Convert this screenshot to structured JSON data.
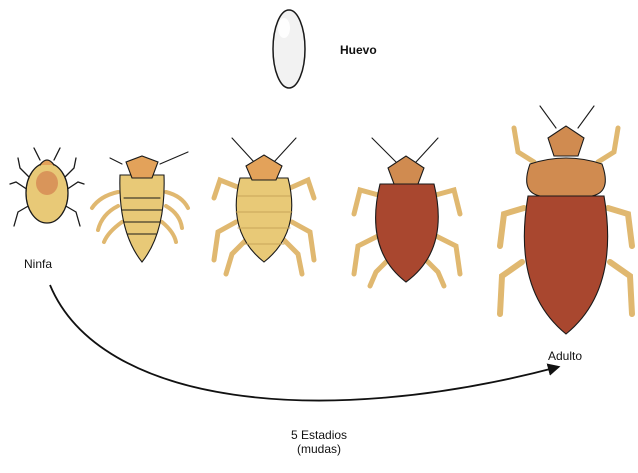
{
  "labels": {
    "egg": "Huevo",
    "nymph": "Ninfa",
    "adult": "Adulto",
    "stages_line1": "5 Estadios",
    "stages_line2": "(mudas)"
  },
  "colors": {
    "outline": "#1a1a1a",
    "egg_fill": "#f2f2f2",
    "pale_body": "#e8c977",
    "pale_legs": "#e0b870",
    "head": "#e3a25a",
    "nymph_spot": "#d9955a",
    "dark_body": "#a9472f",
    "dark_head": "#d08b50",
    "arrow": "#111111"
  },
  "stages": [
    {
      "name": "ninfa",
      "body": "pale"
    },
    {
      "name": "estadio-2",
      "body": "pale"
    },
    {
      "name": "estadio-3",
      "body": "pale"
    },
    {
      "name": "estadio-4",
      "body": "dark"
    },
    {
      "name": "adulto",
      "body": "dark"
    }
  ]
}
